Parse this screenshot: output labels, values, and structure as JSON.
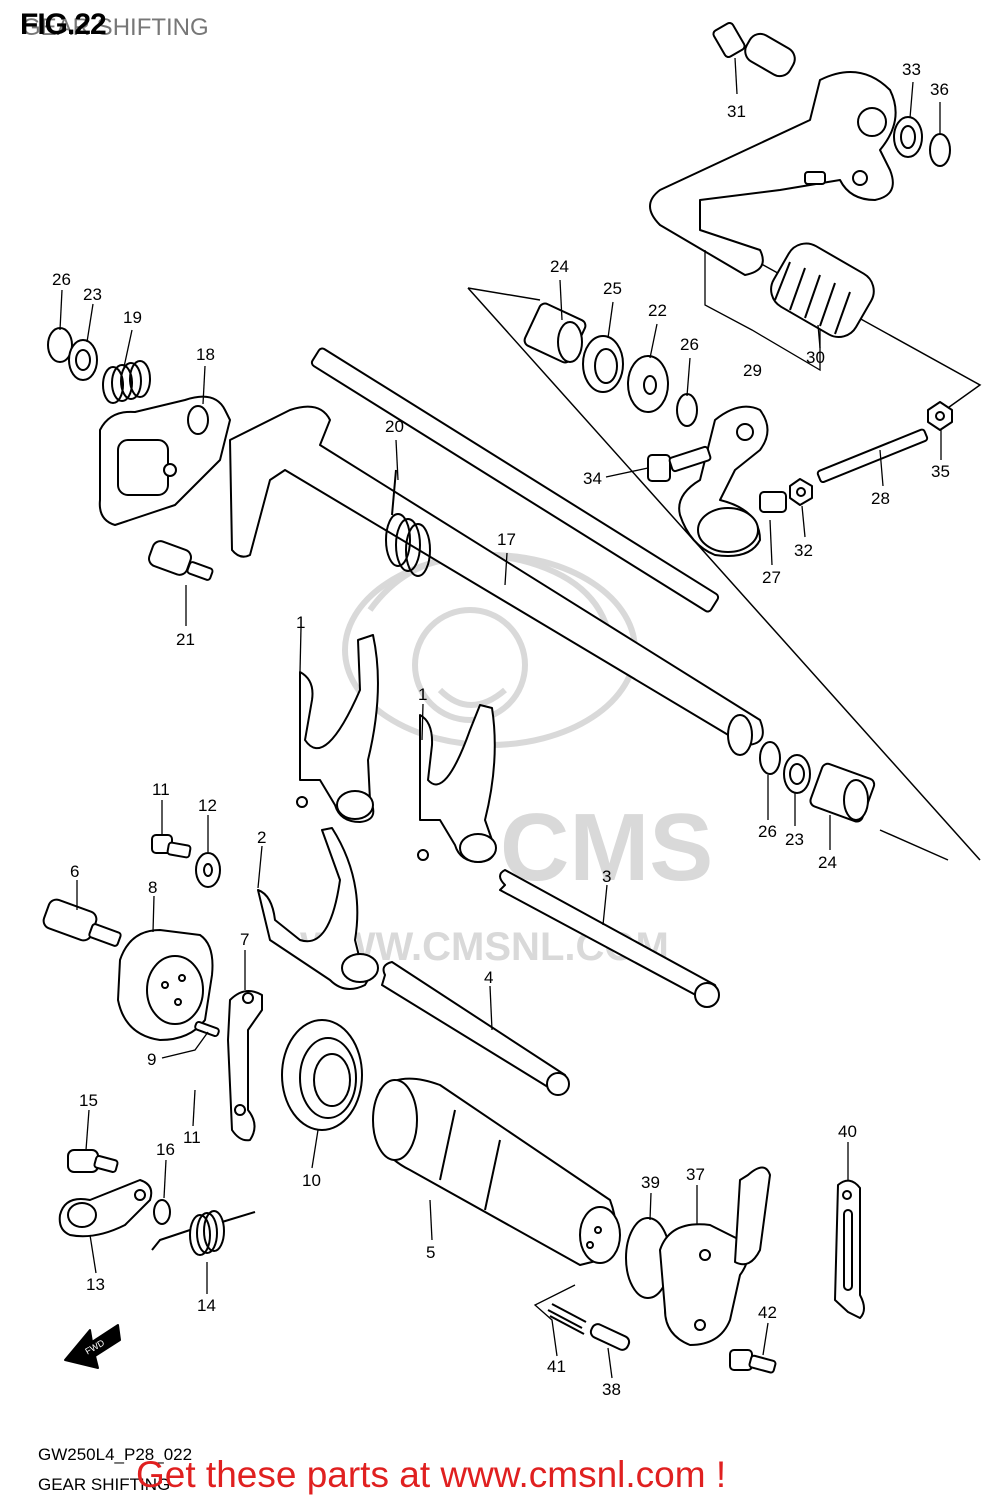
{
  "figure": {
    "title": "FIG.22",
    "subtitle": "GEAR SHIFTING",
    "diagram_code": "GW250L4_P28_022",
    "diagram_name": "GEAR SHIFTING"
  },
  "watermark": {
    "letters": "CMS",
    "url": "WWW.CMSNL.COM"
  },
  "fwd_badge": "FWD",
  "promo": "Get these parts at www.cmsnl.com !",
  "colors": {
    "line": "#000000",
    "watermark": "#d9d9d9",
    "promo": "#e02020",
    "title_overlay": "#777777"
  },
  "part_labels": [
    {
      "id": "31",
      "text": "31"
    },
    {
      "id": "33",
      "text": "33"
    },
    {
      "id": "36",
      "text": "36"
    },
    {
      "id": "26a",
      "text": "26"
    },
    {
      "id": "23a",
      "text": "23"
    },
    {
      "id": "19",
      "text": "19"
    },
    {
      "id": "18",
      "text": "18"
    },
    {
      "id": "24a",
      "text": "24"
    },
    {
      "id": "25",
      "text": "25"
    },
    {
      "id": "22",
      "text": "22"
    },
    {
      "id": "26b",
      "text": "26"
    },
    {
      "id": "30",
      "text": "30"
    },
    {
      "id": "29",
      "text": "29"
    },
    {
      "id": "20",
      "text": "20"
    },
    {
      "id": "34",
      "text": "34"
    },
    {
      "id": "35",
      "text": "35"
    },
    {
      "id": "28",
      "text": "28"
    },
    {
      "id": "32",
      "text": "32"
    },
    {
      "id": "27",
      "text": "27"
    },
    {
      "id": "17",
      "text": "17"
    },
    {
      "id": "21",
      "text": "21"
    },
    {
      "id": "1a",
      "text": "1"
    },
    {
      "id": "1b",
      "text": "1"
    },
    {
      "id": "11a",
      "text": "11"
    },
    {
      "id": "12",
      "text": "12"
    },
    {
      "id": "26c",
      "text": "26"
    },
    {
      "id": "23b",
      "text": "23"
    },
    {
      "id": "24b",
      "text": "24"
    },
    {
      "id": "2",
      "text": "2"
    },
    {
      "id": "3",
      "text": "3"
    },
    {
      "id": "6",
      "text": "6"
    },
    {
      "id": "8",
      "text": "8"
    },
    {
      "id": "7",
      "text": "7"
    },
    {
      "id": "4",
      "text": "4"
    },
    {
      "id": "9",
      "text": "9"
    },
    {
      "id": "15",
      "text": "15"
    },
    {
      "id": "11b",
      "text": "11"
    },
    {
      "id": "16",
      "text": "16"
    },
    {
      "id": "10",
      "text": "10"
    },
    {
      "id": "40",
      "text": "40"
    },
    {
      "id": "39",
      "text": "39"
    },
    {
      "id": "37",
      "text": "37"
    },
    {
      "id": "5",
      "text": "5"
    },
    {
      "id": "13",
      "text": "13"
    },
    {
      "id": "14",
      "text": "14"
    },
    {
      "id": "42",
      "text": "42"
    },
    {
      "id": "41",
      "text": "41"
    },
    {
      "id": "38",
      "text": "38"
    }
  ]
}
